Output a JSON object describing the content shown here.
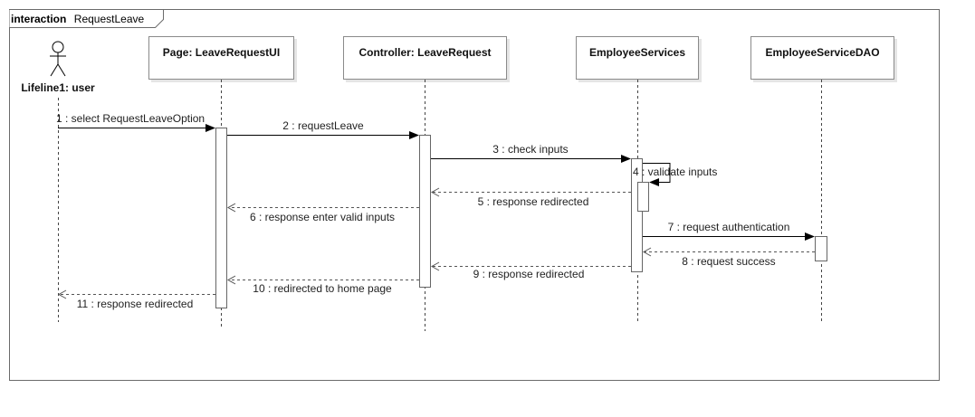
{
  "frame": {
    "keyword": "interaction",
    "name": "RequestLeave"
  },
  "lifelines": [
    {
      "id": "user",
      "label": "Lifeline1: user",
      "kind": "actor"
    },
    {
      "id": "ui",
      "label": "Page: LeaveRequestUI",
      "kind": "object"
    },
    {
      "id": "ctrl",
      "label": "Controller: LeaveRequest",
      "kind": "object"
    },
    {
      "id": "svc",
      "label": "EmployeeServices",
      "kind": "object"
    },
    {
      "id": "dao",
      "label": "EmployeeServiceDAO",
      "kind": "object"
    }
  ],
  "messages": [
    {
      "n": 1,
      "text": "1 : select RequestLeaveOption",
      "from": "user",
      "to": "ui",
      "type": "sync"
    },
    {
      "n": 2,
      "text": "2 : requestLeave",
      "from": "ui",
      "to": "ctrl",
      "type": "sync"
    },
    {
      "n": 3,
      "text": "3 : check inputs",
      "from": "ctrl",
      "to": "svc",
      "type": "sync"
    },
    {
      "n": 4,
      "text": "4 : validate inputs",
      "from": "svc",
      "to": "svc",
      "type": "self"
    },
    {
      "n": 5,
      "text": "5 : response redirected",
      "from": "svc",
      "to": "ctrl",
      "type": "reply"
    },
    {
      "n": 6,
      "text": "6 : response enter valid inputs",
      "from": "ctrl",
      "to": "ui",
      "type": "reply"
    },
    {
      "n": 7,
      "text": "7 : request authentication",
      "from": "svc",
      "to": "dao",
      "type": "sync"
    },
    {
      "n": 8,
      "text": "8 : request success",
      "from": "dao",
      "to": "svc",
      "type": "reply"
    },
    {
      "n": 9,
      "text": "9 : response redirected",
      "from": "svc",
      "to": "ctrl",
      "type": "reply"
    },
    {
      "n": 10,
      "text": "10 : redirected to home page",
      "from": "ctrl",
      "to": "ui",
      "type": "reply"
    },
    {
      "n": 11,
      "text": "11 : response redirected",
      "from": "ui",
      "to": "user",
      "type": "reply"
    }
  ]
}
